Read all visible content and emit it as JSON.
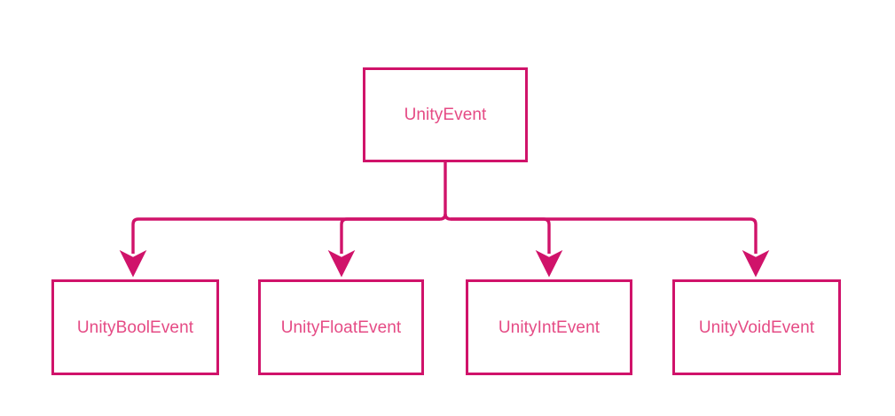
{
  "diagram": {
    "type": "class-hierarchy-flowchart",
    "orientation": "top-down",
    "background_color": "#ffffff",
    "edge_color": "#d0136a",
    "node_border_color": "#d0136a",
    "node_fill_color": "#ffffff",
    "node_label_color": "#e54b85",
    "root": {
      "id": "node-root",
      "label": "UnityEvent"
    },
    "children": [
      {
        "id": "node-bool",
        "label": "UnityBoolEvent"
      },
      {
        "id": "node-float",
        "label": "UnityFloatEvent"
      },
      {
        "id": "node-int",
        "label": "UnityIntEvent"
      },
      {
        "id": "node-void",
        "label": "UnityVoidEvent"
      }
    ],
    "edges": [
      {
        "from": "UnityEvent",
        "to": "UnityBoolEvent",
        "arrow": "solid-triangle"
      },
      {
        "from": "UnityEvent",
        "to": "UnityFloatEvent",
        "arrow": "solid-triangle"
      },
      {
        "from": "UnityEvent",
        "to": "UnityIntEvent",
        "arrow": "solid-triangle"
      },
      {
        "from": "UnityEvent",
        "to": "UnityVoidEvent",
        "arrow": "solid-triangle"
      }
    ]
  }
}
